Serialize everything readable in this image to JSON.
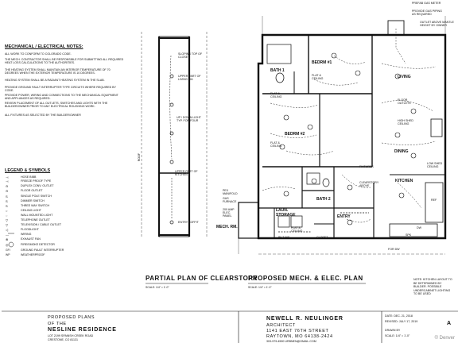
{
  "notes": {
    "title": "MECHANICAL / ELECTRICAL NOTES:",
    "items": [
      "ALL WORK TO CONFORM TO COLORADO CODE.",
      "THE MECH. CONTRACTOR SHALL BE RESPONSIBLE FOR SUBMITTING ALL REQUIRED HEAT LOSS CALCULATIONS TO THE AUTHORITIES.",
      "THE HEATING SYSTEM SHALL MAINTAIN AN INTERIOR TEMPERATURE OF 70 DEGREES WHEN THE EXTERIOR TEMPERATURE IS 10 DEGREES.",
      "HEATING SYSTEM SHALL BE A RADIANT HEATING SYSTEM IN THE SLAB.",
      "PROVIDE GROUND FAULT INTERRUPTER TYPE CIRCUITS WHERE REQUIRED BY CODE.",
      "PROVIDE POWER, WIRING AND CONNECTIONS TO THE MECHANICAL EQUIPMENT AND APPLIANCES AS REQUIRED.",
      "REVIEW PLACEMENT OF ALL OUTLETS, SWITCHES AND LIGHTS WITH THE BUILDER/OWNER PRIOR TO ANY ELECTRICAL ROUGHING WORK.",
      "ALL FIXTURES AS SELECTED BY THE BUILDER/OWNER"
    ]
  },
  "legend": {
    "title": "LEGEND & SYMBOLS",
    "items": [
      {
        "sym": "⊣",
        "label": "HOSE BIBB"
      },
      {
        "sym": "⊣",
        "label": "FREEZE PROOF TYPE"
      },
      {
        "sym": "⊖",
        "label": "DUPLEX CONV. OUTLET"
      },
      {
        "sym": "⊖",
        "label": "FLOOR OUTLET"
      },
      {
        "sym": "S",
        "label": "SINGLE POLE SWITCH"
      },
      {
        "sym": "S",
        "label": "DIMMER SWITCH"
      },
      {
        "sym": "S",
        "label": "THREE WAY SWITCH"
      },
      {
        "sym": "○",
        "label": "CEILING LIGHT"
      },
      {
        "sym": "◌",
        "label": "WALL MOUNTED LIGHT"
      },
      {
        "sym": "▽",
        "label": "TELEPHONE OUTLET"
      },
      {
        "sym": "▽",
        "label": "TELEVISION / CABLE OUTLET"
      },
      {
        "sym": "◁",
        "label": "FLOODLIGHT"
      },
      {
        "sym": "—",
        "label": "WIRING"
      },
      {
        "sym": "⊗",
        "label": "EXHAUST FAN"
      },
      {
        "sym": "◎",
        "label": "FIRE/SMOKE DETECTOR"
      },
      {
        "sym": "GFI",
        "label": "GROUND FAULT INTERRUPTER"
      },
      {
        "sym": "WP",
        "label": "WEATHERPROOF"
      }
    ]
  },
  "partial_plan": {
    "labels": {
      "sloping": "SLOPING TOP OF CLOSET",
      "upper_living": "UPPER PART OF LIVING RM.",
      "up_down": "UP / DOWN LIGHT TYP. FOR FOUR",
      "upper_kitchen": "UPPER PART OF KITCHEN",
      "soffit": "ENTRY SOFFIT",
      "roof": "ROOF"
    },
    "title": "PARTIAL PLAN OF CLEARSTORY",
    "scale": "SCALE: 1/4\" = 1'-0\""
  },
  "main_plan": {
    "rooms": {
      "bedrm1": "BEDRM #1",
      "bedrm2": "BEDRM #2",
      "bath1": "BATH 1",
      "bath2": "BATH 2",
      "living": "LIVING",
      "dining": "DINING",
      "kitchen": "KITCHEN",
      "laun": "LAUN. STORAGE",
      "entry": "ENTRY",
      "mech": "MECH. RM.",
      "closet": "CLOSET",
      "builtins": "BILT-INS"
    },
    "fixtures": {
      "flat1": "FLAT & CEILING",
      "flat2": "FLAT & CEILING",
      "flat3": "FLAT & CEILING",
      "flat4": "FLAT & CEILING",
      "outlet_above": "OUTLET ABOVE MANTLE HEIGHT BY OWNER",
      "floor_outlets": "FLOOR OUTLETS",
      "high_shed": "HIGH SHED CEILING",
      "low_shed": "LOW SHED CEILING",
      "clearstory": "CLEARSTORY ABOVE",
      "gas_meter": "PREFAB GAS METER",
      "gas_notes": "PROVIDE GAS PIPING AS REQUIRED",
      "gas_furnace": "GAS FURNACE",
      "water_heater": "PEX MANIFOLD",
      "elec_panel": "200 AMP ELEC. PANEL",
      "fixtures": "FIXTURES",
      "dw": "DW",
      "spk": "SPK",
      "fridge": "REF",
      "for_dw": "FOR DW"
    },
    "title": "PROPOSED MECH. & ELEC. PLAN",
    "scale": "SCALE: 1/4\" = 1'-0\"",
    "note": "NOTE: KITCHEN LAYOUT TO BE DETERMINED BY BUILDER. POSSIBLE UNDERCABINET LIGHTING TO BE USED"
  },
  "title_block": {
    "line1": "PROPOSED PLANS",
    "line2": "OF THE",
    "line3": "NESLINE RESIDENCE",
    "line4": "LOT 2199 SPANISH CREEK ROAD",
    "line5": "CRESTONE, CO 81131",
    "architect": "NEWELL R. NEULINGER",
    "architect_title": "ARCHITECT",
    "addr1": "1141 EAST 76TH STREET",
    "addr2": "RAYTOWN, MO 64138-2424",
    "phone": "303-979-4590 URBNEN@GMAIL.COM",
    "date1": "DATE: DEC. 21, 2018",
    "date2": "REVISED: JULY 17, 2019",
    "drawn": "DRAWN BY",
    "scale": "SCALE: 1/4\" = 1'-0\"",
    "sheet": "A"
  },
  "watermark": "© Denver"
}
